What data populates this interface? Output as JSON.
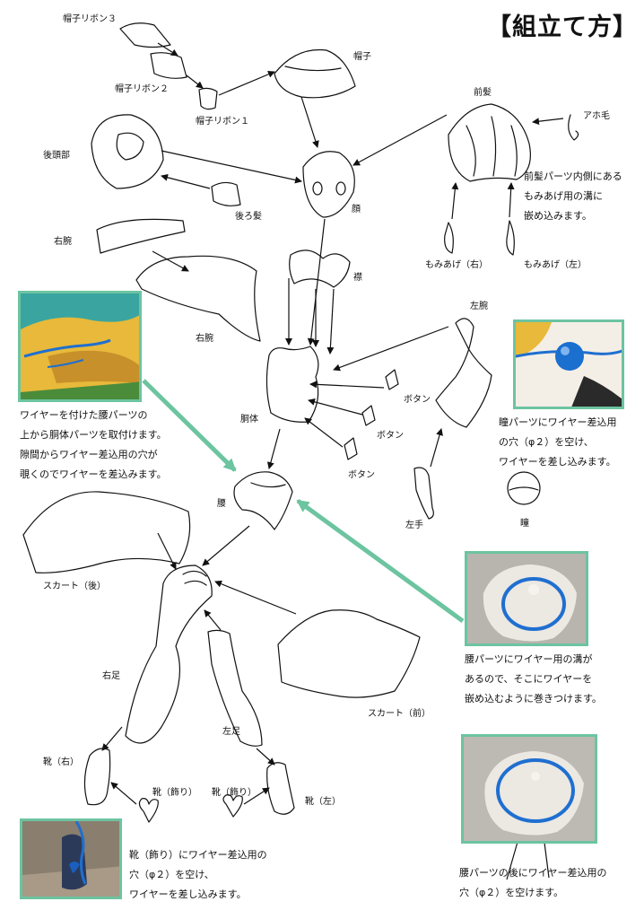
{
  "title": "【組立て方】",
  "labels": {
    "hat_ribbon3": "帽子リボン３",
    "hat_ribbon2": "帽子リボン２",
    "hat_ribbon1": "帽子リボン１",
    "hat": "帽子",
    "front_hair": "前髪",
    "ahoge": "アホ毛",
    "back_head": "後頭部",
    "back_hair": "後ろ髪",
    "face": "顔",
    "sideburn_right": "もみあげ（右）",
    "sideburn_left": "もみあげ（左）",
    "right_arm_upper": "右腕",
    "right_arm": "右腕",
    "collar": "襟",
    "left_arm": "左腕",
    "body": "胴体",
    "button1": "ボタン",
    "button2": "ボタン",
    "button3": "ボタン",
    "waist": "腰",
    "left_hand": "左手",
    "eye": "瞳",
    "skirt_back": "スカート（後）",
    "right_leg": "右足",
    "left_leg": "左足",
    "skirt_front": "スカート（前）",
    "boot_right": "靴（右）",
    "boot_deco1": "靴（飾り）",
    "boot_deco2": "靴（飾り）",
    "boot_left": "靴（左）"
  },
  "notes": {
    "front_hair": [
      "前髪パーツ内側にある",
      "もみあげ用の溝に",
      "嵌め込みます。"
    ],
    "waist_wire": [
      "ワイヤーを付けた腰パーツの",
      "上から胴体パーツを取付けます。",
      "隙間からワイヤー差込用の穴が",
      "覗くのでワイヤーを差込みます。"
    ],
    "eye": [
      "瞳パーツにワイヤー差込用",
      "の穴（φ２）を空け、",
      "ワイヤーを差し込みます。"
    ],
    "waist_groove": [
      "腰パーツにワイヤー用の溝が",
      "あるので、そこにワイヤーを",
      "嵌め込むように巻きつけます。"
    ],
    "waist_hole": [
      "腰パーツの後にワイヤー差込用の",
      "穴（φ２）を空けます。"
    ],
    "boot": [
      "靴（飾り）にワイヤー差込用の",
      "穴（φ２）を空け、",
      "ワイヤーを差し込みます。"
    ]
  },
  "colors": {
    "frame": "#6cc4a0",
    "wire": "#1f6fd0",
    "hair_photo": "#3aa5a0",
    "cloth_photo": "#e8b93a",
    "resin": "#ece8e2"
  }
}
